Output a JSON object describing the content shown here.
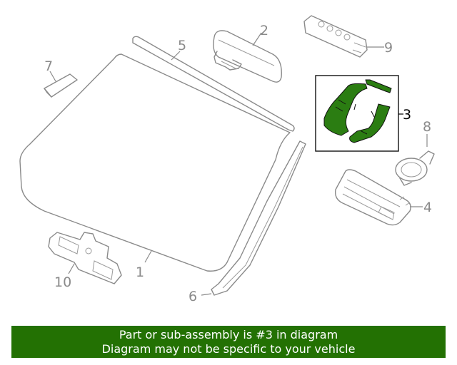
{
  "callouts": {
    "c1": "1",
    "c2": "2",
    "c3": "3",
    "c4": "4",
    "c5": "5",
    "c6": "6",
    "c7": "7",
    "c8": "8",
    "c9": "9",
    "c10": "10"
  },
  "highlighted_part": "3",
  "colors": {
    "highlight": "#2b7d12",
    "banner_bg": "#237103",
    "banner_text": "#ffffff",
    "line": "#8a8a8a"
  },
  "banner": {
    "line1": "Part or sub-assembly is #3 in diagram",
    "line2": "Diagram may not be specific to your vehicle"
  }
}
